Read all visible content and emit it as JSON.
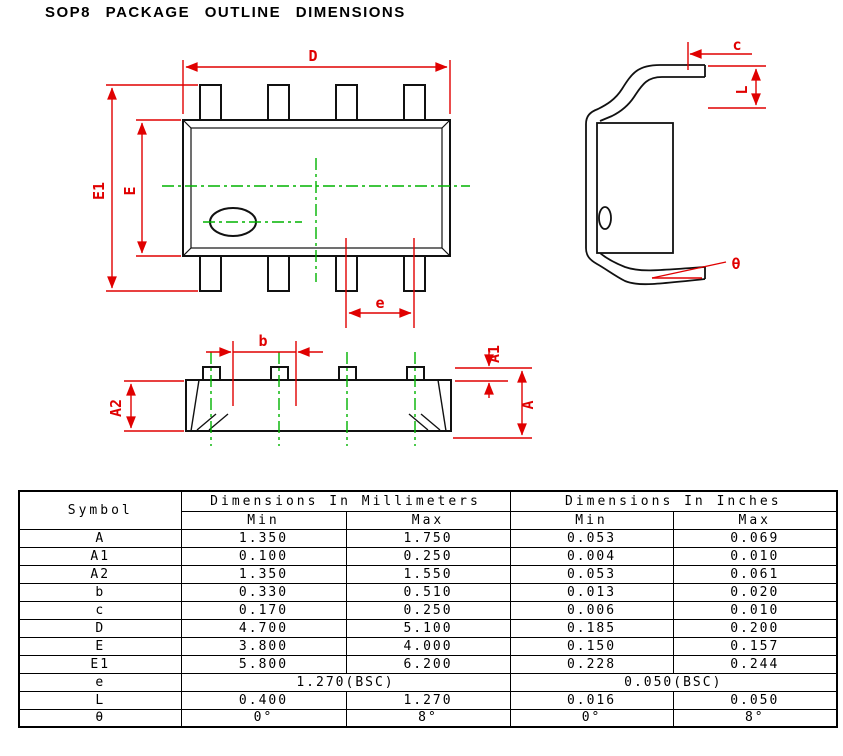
{
  "title": "SOP8 PACKAGE OUTLINE DIMENSIONS",
  "drawing": {
    "labels": {
      "D": "D",
      "E1": "E1",
      "E": "E",
      "e": "e",
      "c": "c",
      "L": "L",
      "theta": "θ",
      "b": "b",
      "A1": "A1",
      "A2": "A2",
      "A": "A"
    },
    "colors": {
      "outline": "#111111",
      "dimension": "#e00000",
      "centerline": "#00b400"
    }
  },
  "table": {
    "header": {
      "symbol": "Symbol",
      "mm": "Dimensions In Millimeters",
      "inches": "Dimensions In Inches",
      "min": "Min",
      "max": "Max"
    },
    "rows": [
      {
        "symbol": "A",
        "mm_min": "1.350",
        "mm_max": "1.750",
        "in_min": "0.053",
        "in_max": "0.069"
      },
      {
        "symbol": "A1",
        "mm_min": "0.100",
        "mm_max": "0.250",
        "in_min": "0.004",
        "in_max": "0.010"
      },
      {
        "symbol": "A2",
        "mm_min": "1.350",
        "mm_max": "1.550",
        "in_min": "0.053",
        "in_max": "0.061"
      },
      {
        "symbol": "b",
        "mm_min": "0.330",
        "mm_max": "0.510",
        "in_min": "0.013",
        "in_max": "0.020"
      },
      {
        "symbol": "c",
        "mm_min": "0.170",
        "mm_max": "0.250",
        "in_min": "0.006",
        "in_max": "0.010"
      },
      {
        "symbol": "D",
        "mm_min": "4.700",
        "mm_max": "5.100",
        "in_min": "0.185",
        "in_max": "0.200"
      },
      {
        "symbol": "E",
        "mm_min": "3.800",
        "mm_max": "4.000",
        "in_min": "0.150",
        "in_max": "0.157"
      },
      {
        "symbol": "E1",
        "mm_min": "5.800",
        "mm_max": "6.200",
        "in_min": "0.228",
        "in_max": "0.244"
      },
      {
        "symbol": "e",
        "mm_bsc": "1.270(BSC)",
        "in_bsc": "0.050(BSC)"
      },
      {
        "symbol": "L",
        "mm_min": "0.400",
        "mm_max": "1.270",
        "in_min": "0.016",
        "in_max": "0.050"
      },
      {
        "symbol": "θ",
        "mm_min": "0°",
        "mm_max": "8°",
        "in_min": "0°",
        "in_max": "8°"
      }
    ]
  }
}
